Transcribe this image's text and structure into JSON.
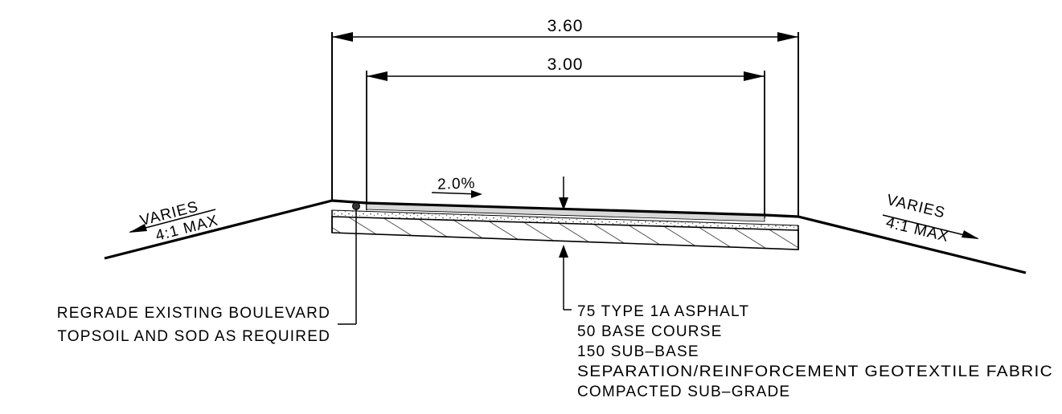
{
  "dimensions": {
    "overall_width": "3.60",
    "inner_width": "3.00"
  },
  "cross_slope": "2.0%",
  "side_slopes": {
    "left": {
      "label_top": "VARIES",
      "label_bottom": "4:1 MAX"
    },
    "right": {
      "label_top": "VARIES",
      "label_bottom": "4:1 MAX"
    }
  },
  "boulevard_note": {
    "line1": "REGRADE EXISTING BOULEVARD",
    "line2": "TOPSOIL AND SOD AS REQUIRED"
  },
  "pavement_structure": [
    "75 TYPE 1A ASPHALT",
    "50 BASE COURSE",
    "150 SUB–BASE",
    "SEPARATION/REINFORCEMENT GEOTEXTILE FABRIC",
    "COMPACTED SUB–GRADE"
  ],
  "colors": {
    "line": "#000000",
    "asphalt_fill": "#d8d8d8",
    "base_fill": "#e6e6e6"
  }
}
